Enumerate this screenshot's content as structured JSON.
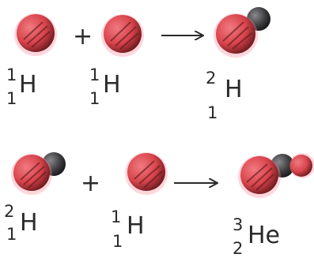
{
  "colors": {
    "proton": "#d9444c",
    "proton_highlight": "#f07a80",
    "proton_shadow": "#5a1418",
    "neutron": "#3a3a3c",
    "neutron_highlight": "#8a8a8e",
    "smudge": "#ff8a9a",
    "ink": "#2a2a2a"
  },
  "equations": [
    {
      "reactants": [
        {
          "symbol": "H",
          "mass": "1",
          "atomic": "1",
          "particles": [
            "proton"
          ]
        },
        {
          "symbol": "H",
          "mass": "1",
          "atomic": "1",
          "particles": [
            "proton"
          ]
        }
      ],
      "operator": "+",
      "product": {
        "symbol": "H",
        "mass": "2",
        "atomic": "1",
        "particles": [
          "proton",
          "neutron"
        ]
      }
    },
    {
      "reactants": [
        {
          "symbol": "H",
          "mass": "2",
          "atomic": "1",
          "particles": [
            "proton",
            "neutron"
          ]
        },
        {
          "symbol": "H",
          "mass": "1",
          "atomic": "1",
          "particles": [
            "proton"
          ]
        }
      ],
      "operator": "+",
      "product": {
        "symbol": "He",
        "mass": "3",
        "atomic": "2",
        "particles": [
          "proton",
          "neutron",
          "proton"
        ]
      }
    }
  ]
}
